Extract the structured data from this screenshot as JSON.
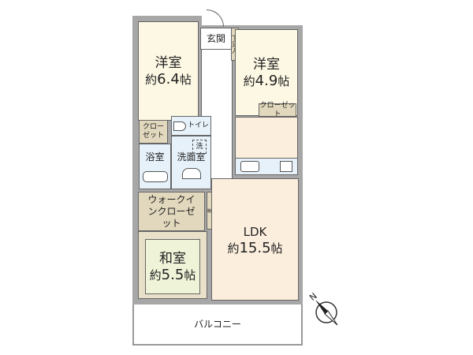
{
  "rooms": {
    "western1": {
      "name": "洋室",
      "prefix": "約",
      "size": "6.4",
      "unit": "帖"
    },
    "western2": {
      "name": "洋室",
      "prefix": "約",
      "size": "4.9",
      "unit": "帖"
    },
    "entrance": "玄関",
    "shoe_storage": "下足入",
    "closet_left": "クローゼット",
    "closet_right": "クローゼット",
    "toilet": "トイレ",
    "washer": "洗",
    "bath": "浴室",
    "washroom": "洗面室",
    "walk_in_closet": "ウォークインクローゼット",
    "shelf": "棚",
    "japanese": {
      "name": "和室",
      "prefix": "約",
      "size": "5.5",
      "unit": "帖"
    },
    "ldk": {
      "name": "LDK",
      "prefix": "約",
      "size": "15.5",
      "unit": "帖"
    },
    "balcony": "バルコニー"
  },
  "compass": {
    "label": "N"
  },
  "colors": {
    "wall": "#a7a7a7",
    "western": "#fdf8e4",
    "ldk": "#fbeedd",
    "wet": "#e6f1f9",
    "storage": "#e2d8bd",
    "japanese": "#eff4d9"
  }
}
